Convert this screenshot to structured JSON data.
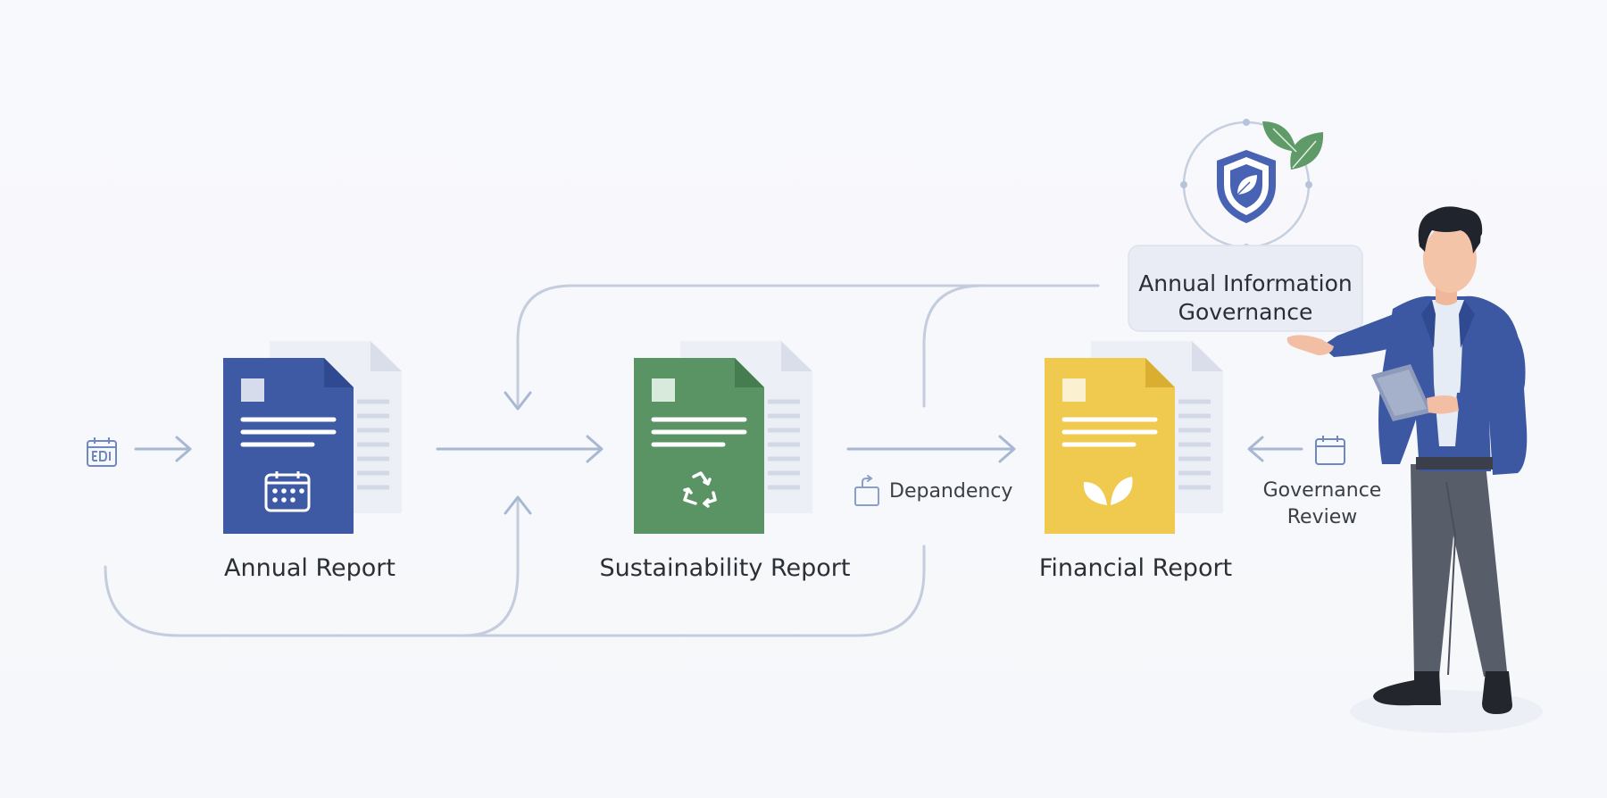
{
  "nodes": {
    "annual_report": {
      "label": "Annual Report",
      "color": "#3f5aa5"
    },
    "sustainability_report": {
      "label": "Sustainability Report",
      "color": "#5a9464"
    },
    "financial_report": {
      "label": "Financial Report",
      "color": "#f0c94f"
    }
  },
  "edges": {
    "dependency_label": "Depandency",
    "review_label_line1": "Governance",
    "review_label_line2": "Review"
  },
  "governance": {
    "title_line1": "Annual Information",
    "title_line2": "Governance"
  },
  "icons": {
    "left_calendar": "calendar-icon",
    "right_calendar": "calendar-icon",
    "shield": "shield-leaf-icon",
    "leaves": "leaf-icon",
    "recycle": "recycle-icon",
    "dependency": "dependency-icon"
  }
}
